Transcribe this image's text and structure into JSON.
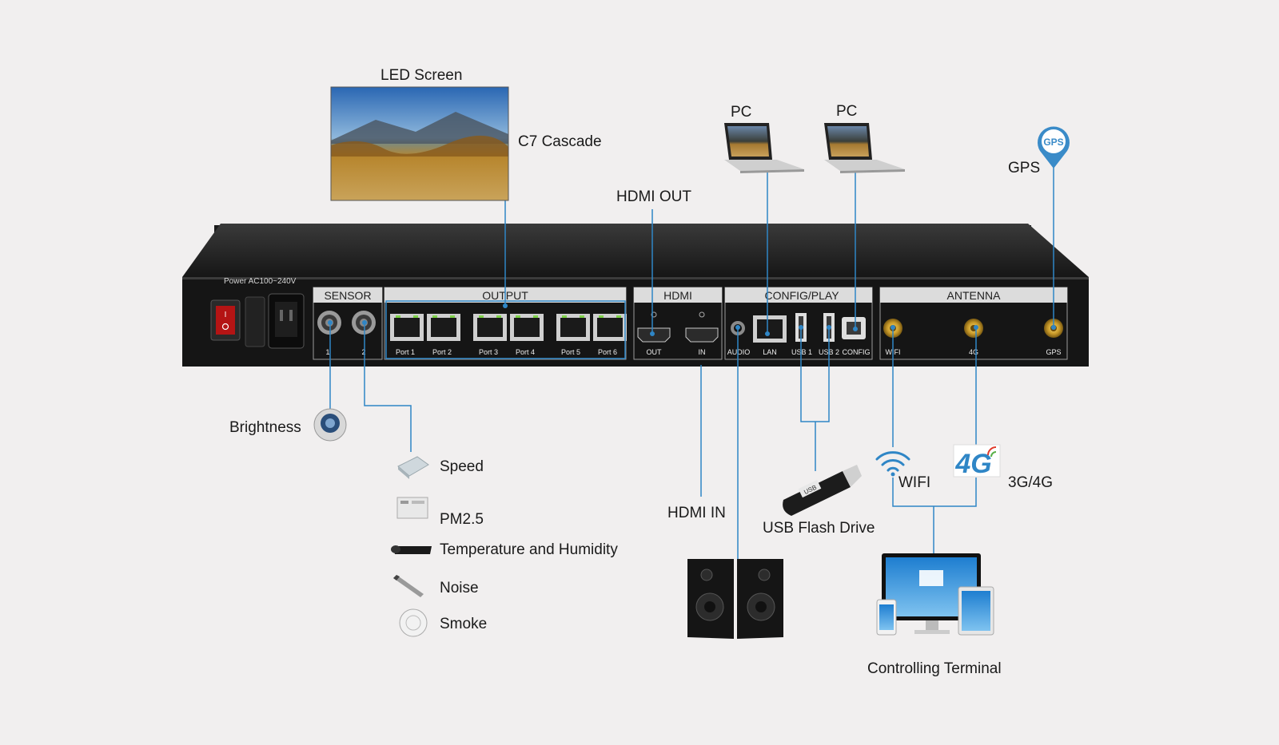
{
  "labels": {
    "led_screen": "LED Screen",
    "c7_cascade": "C7 Cascade",
    "hdmi_out": "HDMI OUT",
    "pc_left": "PC",
    "pc_right": "PC",
    "gps": "GPS",
    "brightness": "Brightness",
    "speed": "Speed",
    "pm25": "PM2.5",
    "temp_humidity": "Temperature and Humidity",
    "noise": "Noise",
    "smoke": "Smoke",
    "hdmi_in": "HDMI IN",
    "usb_flash_drive": "USB Flash Drive",
    "wifi": "WIFI",
    "g34": "3G/4G",
    "controlling_terminal": "Controlling Terminal"
  },
  "device": {
    "power_label": "Power  AC100~240V",
    "sections": {
      "sensor": "SENSOR",
      "output": "OUTPUT",
      "hdmi": "HDMI",
      "config_play": "CONFIG/PLAY",
      "antenna": "ANTENNA"
    },
    "sensor_ports": [
      "1",
      "2"
    ],
    "output_ports": [
      "Port 1",
      "Port 2",
      "Port 3",
      "Port 4",
      "Port 5",
      "Port 6"
    ],
    "hdmi_ports": [
      "OUT",
      "IN"
    ],
    "config_ports": [
      "AUDIO",
      "LAN",
      "USB 1",
      "USB 2",
      "CONFIG"
    ],
    "antenna_ports": [
      "WIFI",
      "4G",
      "GPS"
    ]
  },
  "badges": {
    "gps_pin": "GPS",
    "g4_icon": "4G",
    "usb_stick": "USB"
  },
  "colors": {
    "background": "#f1efef",
    "line": "#2f86c6",
    "device_body": "#151515"
  }
}
